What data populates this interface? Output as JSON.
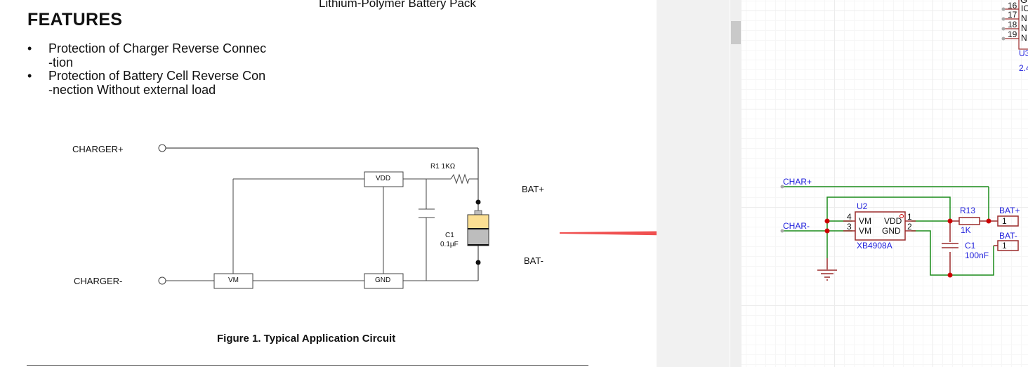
{
  "document": {
    "top_title_fragment": "Lithium-Polymer Battery Pack",
    "features_heading": "FEATURES",
    "features": [
      {
        "bullet": "•",
        "line1": "Protection of  Charger Reverse Connec",
        "line2": "-tion"
      },
      {
        "bullet": "•",
        "line1": "Protection of  Battery Cell Reverse Con",
        "line2": "-nection Without external load"
      }
    ],
    "figure": {
      "caption": "Figure 1.  Typical Application Circuit",
      "labels": {
        "charger_plus": "CHARGER+",
        "charger_minus": "CHARGER-",
        "bat_plus": "BAT+",
        "bat_minus": "BAT-",
        "vdd": "VDD",
        "gnd": "GND",
        "vm": "VM",
        "r1": "R1 1KΩ",
        "c1_name": "C1",
        "c1_value": "0.1μF"
      },
      "battery_colors": {
        "top": "#fbdf93",
        "bottom": "#bdbdbd"
      }
    }
  },
  "arrow": {
    "color": "#f05050",
    "direction": "right"
  },
  "schematic_editor": {
    "colors": {
      "wire": "#1a8c1a",
      "junction": "#cc0000",
      "pin": "#9b2b2b",
      "text": "#2222dd"
    },
    "ic_partial": {
      "pins": [
        "16",
        "17",
        "18",
        "19"
      ],
      "pin_names_partial": [
        "IC",
        "N",
        "N",
        "N"
      ],
      "top_partial": "G",
      "designator_partial": "U3",
      "value_partial": "2.4"
    },
    "nets": {
      "char_plus": "CHAR+",
      "char_minus": "CHAR-"
    },
    "u2": {
      "designator": "U2",
      "part": "XB4908A",
      "pins": [
        {
          "num": "4",
          "name": "VM"
        },
        {
          "num": "3",
          "name": "VM"
        },
        {
          "num": "1",
          "name": "VDD"
        },
        {
          "num": "2",
          "name": "GND"
        }
      ]
    },
    "r13": {
      "designator": "R13",
      "value": "1K"
    },
    "c1": {
      "designator": "C1",
      "value": "100nF"
    },
    "connectors": [
      {
        "name": "BAT+",
        "pin": "1"
      },
      {
        "name": "BAT-",
        "pin": "1"
      }
    ]
  }
}
